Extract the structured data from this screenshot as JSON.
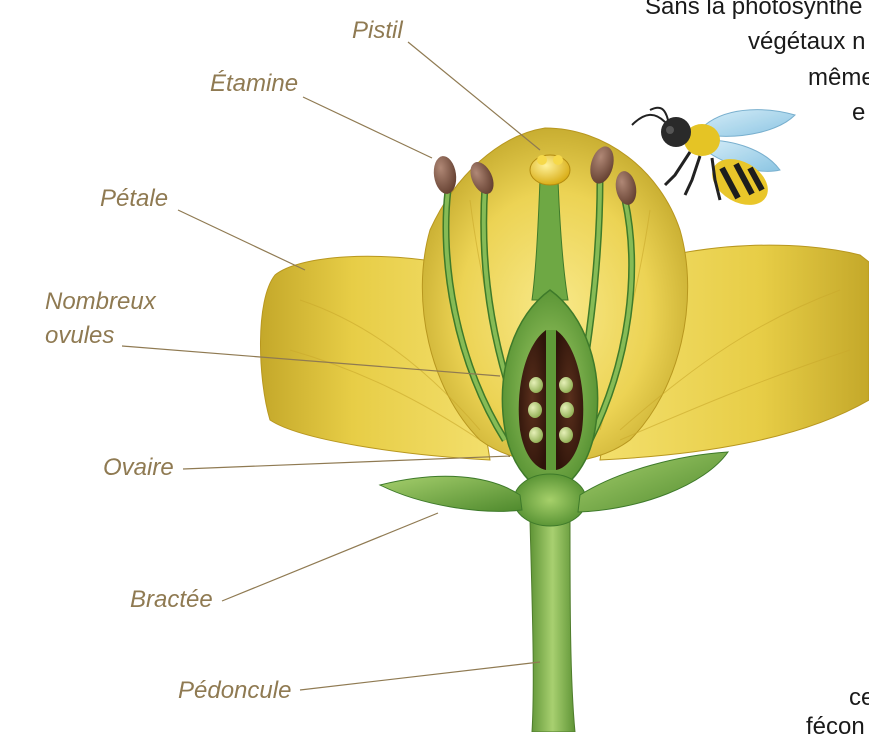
{
  "labels": {
    "pistil": "Pistil",
    "etamine": "Étamine",
    "petale": "Pétale",
    "nombreux_ovules": [
      "Nombreux",
      "ovules"
    ],
    "ovaire": "Ovaire",
    "bractee": "Bractée",
    "pedoncule": "Pédoncule"
  },
  "side_text": {
    "line1": "Sans la photosynthè",
    "line2": "végétaux n",
    "line3": "même",
    "line4": "e",
    "line5": "ce",
    "line6": "fécon"
  },
  "colors": {
    "label_text": "#8f7a52",
    "leader_line": "#8f7a52",
    "petal_yellow": "#ead14a",
    "stem_green": "#7fb04b",
    "anther_brown": "#7a5240"
  },
  "icons": [
    "bee-icon"
  ]
}
